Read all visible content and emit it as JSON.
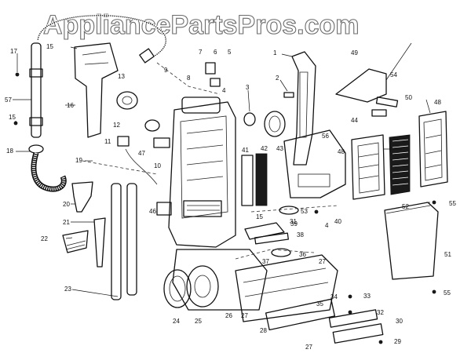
{
  "watermark": "AppliancePartsPros.com",
  "callouts": [
    {
      "id": "c1",
      "text": "1"
    },
    {
      "id": "c2",
      "text": "2"
    },
    {
      "id": "c3",
      "text": "3"
    },
    {
      "id": "c4a",
      "text": "4"
    },
    {
      "id": "c4b",
      "text": "4"
    },
    {
      "id": "c5",
      "text": "5"
    },
    {
      "id": "c6",
      "text": "6"
    },
    {
      "id": "c7",
      "text": "7"
    },
    {
      "id": "c8",
      "text": "8"
    },
    {
      "id": "c9",
      "text": "9"
    },
    {
      "id": "c10",
      "text": "10"
    },
    {
      "id": "c11",
      "text": "11"
    },
    {
      "id": "c12",
      "text": "12"
    },
    {
      "id": "c13",
      "text": "13"
    },
    {
      "id": "c15a",
      "text": "15"
    },
    {
      "id": "c15b",
      "text": "15"
    },
    {
      "id": "c15c",
      "text": "15"
    },
    {
      "id": "c16",
      "text": "16"
    },
    {
      "id": "c17",
      "text": "17"
    },
    {
      "id": "c18",
      "text": "18"
    },
    {
      "id": "c19",
      "text": "19"
    },
    {
      "id": "c20",
      "text": "20"
    },
    {
      "id": "c21",
      "text": "21"
    },
    {
      "id": "c22",
      "text": "22"
    },
    {
      "id": "c23",
      "text": "23"
    },
    {
      "id": "c24",
      "text": "24"
    },
    {
      "id": "c25",
      "text": "25"
    },
    {
      "id": "c26",
      "text": "26"
    },
    {
      "id": "c27a",
      "text": "27"
    },
    {
      "id": "c27b",
      "text": "27"
    },
    {
      "id": "c27c",
      "text": "27"
    },
    {
      "id": "c28",
      "text": "28"
    },
    {
      "id": "c29",
      "text": "29"
    },
    {
      "id": "c30",
      "text": "30"
    },
    {
      "id": "c31",
      "text": "31"
    },
    {
      "id": "c32",
      "text": "32"
    },
    {
      "id": "c33",
      "text": "33"
    },
    {
      "id": "c34",
      "text": "34"
    },
    {
      "id": "c35",
      "text": "35"
    },
    {
      "id": "c36",
      "text": "36"
    },
    {
      "id": "c37",
      "text": "37"
    },
    {
      "id": "c38",
      "text": "38"
    },
    {
      "id": "c39",
      "text": "39"
    },
    {
      "id": "c40",
      "text": "40"
    },
    {
      "id": "c41",
      "text": "41"
    },
    {
      "id": "c42",
      "text": "42"
    },
    {
      "id": "c43",
      "text": "43"
    },
    {
      "id": "c44",
      "text": "44"
    },
    {
      "id": "c46",
      "text": "46"
    },
    {
      "id": "c47",
      "text": "47"
    },
    {
      "id": "c48a",
      "text": "48"
    },
    {
      "id": "c48b",
      "text": "48"
    },
    {
      "id": "c49",
      "text": "49"
    },
    {
      "id": "c50",
      "text": "50"
    },
    {
      "id": "c51",
      "text": "51"
    },
    {
      "id": "c52",
      "text": "52"
    },
    {
      "id": "c53",
      "text": "53"
    },
    {
      "id": "c54",
      "text": "54"
    },
    {
      "id": "c55a",
      "text": "55"
    },
    {
      "id": "c55b",
      "text": "55"
    },
    {
      "id": "c56",
      "text": "56"
    },
    {
      "id": "c57",
      "text": "57"
    }
  ]
}
